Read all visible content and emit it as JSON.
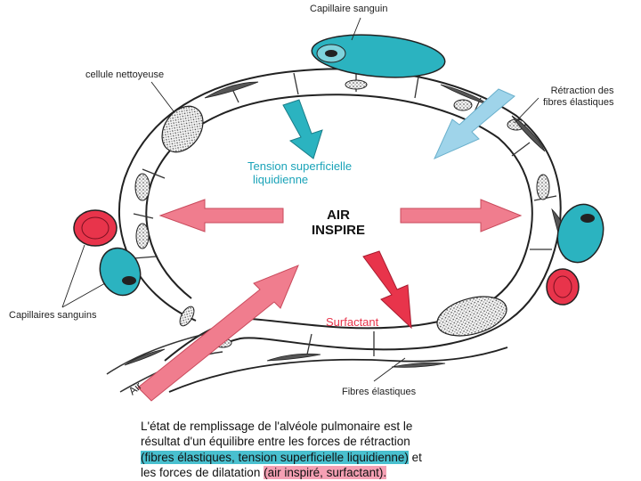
{
  "labels": {
    "capillaire_top": "Capillaire sanguin",
    "cellule": "cellule nettoyeuse",
    "retraction": [
      "Rétraction des",
      "fibres élastiques"
    ],
    "tension": [
      "Tension superficielle",
      "liquidienne"
    ],
    "air_inspire": [
      "AIR",
      "INSPIRE"
    ],
    "surfactant": "Surfactant",
    "capillaires_left": "Capillaires sanguins",
    "fibres": "Fibres élastiques",
    "air": "Air"
  },
  "caption": {
    "line1": "L'état de remplissage de l'alvéole pulmonaire est le",
    "line2": "résultat d'un équilibre entre les forces de rétraction",
    "line3_hl": "(fibres élastiques,  tension superficielle liquidienne)",
    "line3_rest": " et",
    "line4_start": "les forces de dilatation ",
    "line4_hl": "(air inspiré,  surfactant).",
    "line4_end": ""
  },
  "colors": {
    "teal": "#2bb3c0",
    "red": "#e8344b",
    "pink": "#f07d8e",
    "light_blue": "#9fd4ea"
  }
}
